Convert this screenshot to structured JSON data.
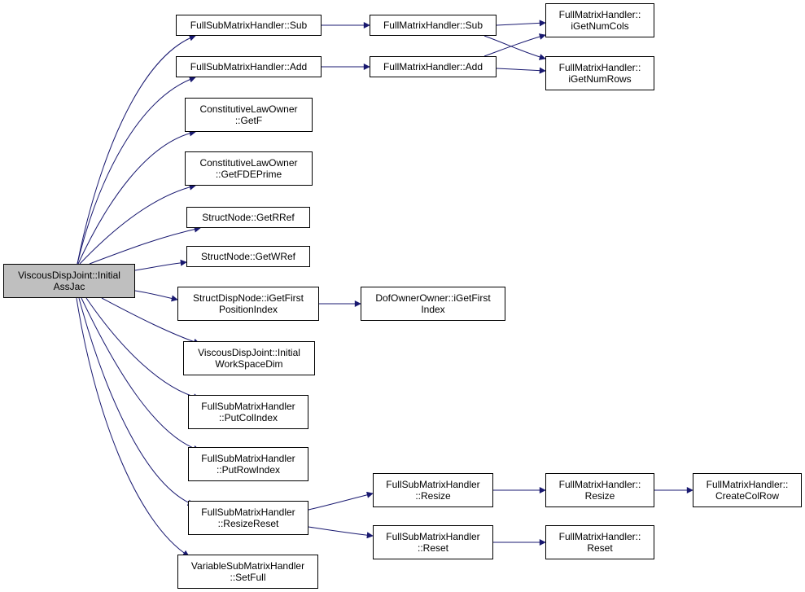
{
  "nodes": {
    "root": {
      "l1": "ViscousDispJoint::Initial",
      "l2": "AssJac"
    },
    "fsm_sub": {
      "l1": "FullSubMatrixHandler::Sub"
    },
    "fm_sub": {
      "l1": "FullMatrixHandler::Sub"
    },
    "fm_getnumcols": {
      "l1": "FullMatrixHandler::",
      "l2": "iGetNumCols"
    },
    "fsm_add": {
      "l1": "FullSubMatrixHandler::Add"
    },
    "fm_add": {
      "l1": "FullMatrixHandler::Add"
    },
    "fm_getnumrows": {
      "l1": "FullMatrixHandler::",
      "l2": "iGetNumRows"
    },
    "clo_getf": {
      "l1": "ConstitutiveLawOwner",
      "l2": "::GetF"
    },
    "clo_getfdeprime": {
      "l1": "ConstitutiveLawOwner",
      "l2": "::GetFDEPrime"
    },
    "sn_getrref": {
      "l1": "StructNode::GetRRef"
    },
    "sn_getwref": {
      "l1": "StructNode::GetWRef"
    },
    "sdn_getfirst": {
      "l1": "StructDispNode::iGetFirst",
      "l2": "PositionIndex"
    },
    "doo_getfirst": {
      "l1": "DofOwnerOwner::iGetFirst",
      "l2": "Index"
    },
    "vdj_workspace": {
      "l1": "ViscousDispJoint::Initial",
      "l2": "WorkSpaceDim"
    },
    "fsm_putcol": {
      "l1": "FullSubMatrixHandler",
      "l2": "::PutColIndex"
    },
    "fsm_putrow": {
      "l1": "FullSubMatrixHandler",
      "l2": "::PutRowIndex"
    },
    "fsm_resizereset": {
      "l1": "FullSubMatrixHandler",
      "l2": "::ResizeReset"
    },
    "fsm_resize": {
      "l1": "FullSubMatrixHandler",
      "l2": "::Resize"
    },
    "fm_resize": {
      "l1": "FullMatrixHandler::",
      "l2": "Resize"
    },
    "fm_createcolrow": {
      "l1": "FullMatrixHandler::",
      "l2": "CreateColRow"
    },
    "fsm_reset": {
      "l1": "FullSubMatrixHandler",
      "l2": "::Reset"
    },
    "fm_reset": {
      "l1": "FullMatrixHandler::",
      "l2": "Reset"
    },
    "vsm_setfull": {
      "l1": "VariableSubMatrixHandler",
      "l2": "::SetFull"
    }
  },
  "edges": [
    [
      "root",
      "fsm_sub"
    ],
    [
      "root",
      "fsm_add"
    ],
    [
      "root",
      "clo_getf"
    ],
    [
      "root",
      "clo_getfdeprime"
    ],
    [
      "root",
      "sn_getrref"
    ],
    [
      "root",
      "sn_getwref"
    ],
    [
      "root",
      "sdn_getfirst"
    ],
    [
      "root",
      "vdj_workspace"
    ],
    [
      "root",
      "fsm_putcol"
    ],
    [
      "root",
      "fsm_putrow"
    ],
    [
      "root",
      "fsm_resizereset"
    ],
    [
      "root",
      "vsm_setfull"
    ],
    [
      "fsm_sub",
      "fm_sub"
    ],
    [
      "fm_sub",
      "fm_getnumcols"
    ],
    [
      "fm_sub",
      "fm_getnumrows"
    ],
    [
      "fsm_add",
      "fm_add"
    ],
    [
      "fm_add",
      "fm_getnumcols"
    ],
    [
      "fm_add",
      "fm_getnumrows"
    ],
    [
      "sdn_getfirst",
      "doo_getfirst"
    ],
    [
      "fsm_resizereset",
      "fsm_resize"
    ],
    [
      "fsm_resizereset",
      "fsm_reset"
    ],
    [
      "fsm_resize",
      "fm_resize"
    ],
    [
      "fm_resize",
      "fm_createcolrow"
    ],
    [
      "fsm_reset",
      "fm_reset"
    ]
  ],
  "colors": {
    "edge": "#191970",
    "root_fill": "#bfbfbf",
    "node_fill": "#ffffff",
    "border": "#000000"
  }
}
